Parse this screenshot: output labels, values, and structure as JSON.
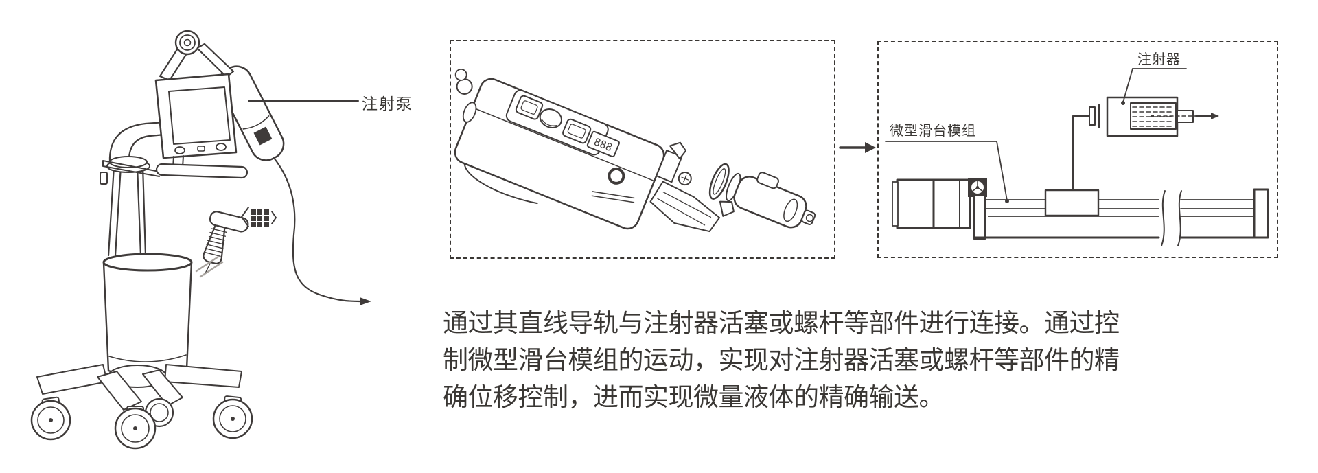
{
  "labels": {
    "pump": "注射泵",
    "slide_module": "微型滑台模组",
    "syringe": "注射器"
  },
  "pump_display_digits": "888",
  "caption": {
    "lines": [
      "通过其直线导轨与注射器活塞或螺杆等部件进行连接。通过控",
      "制微型滑台模组的运动，实现对注射器活塞或螺杆等部件的精",
      "确位移控制，进而实现微量液体的精确输送。"
    ]
  },
  "colors": {
    "line_art": "#3f3b3a",
    "text": "#3a3734",
    "scanner_beam": "#a9a49f",
    "background": "#ffffff"
  }
}
